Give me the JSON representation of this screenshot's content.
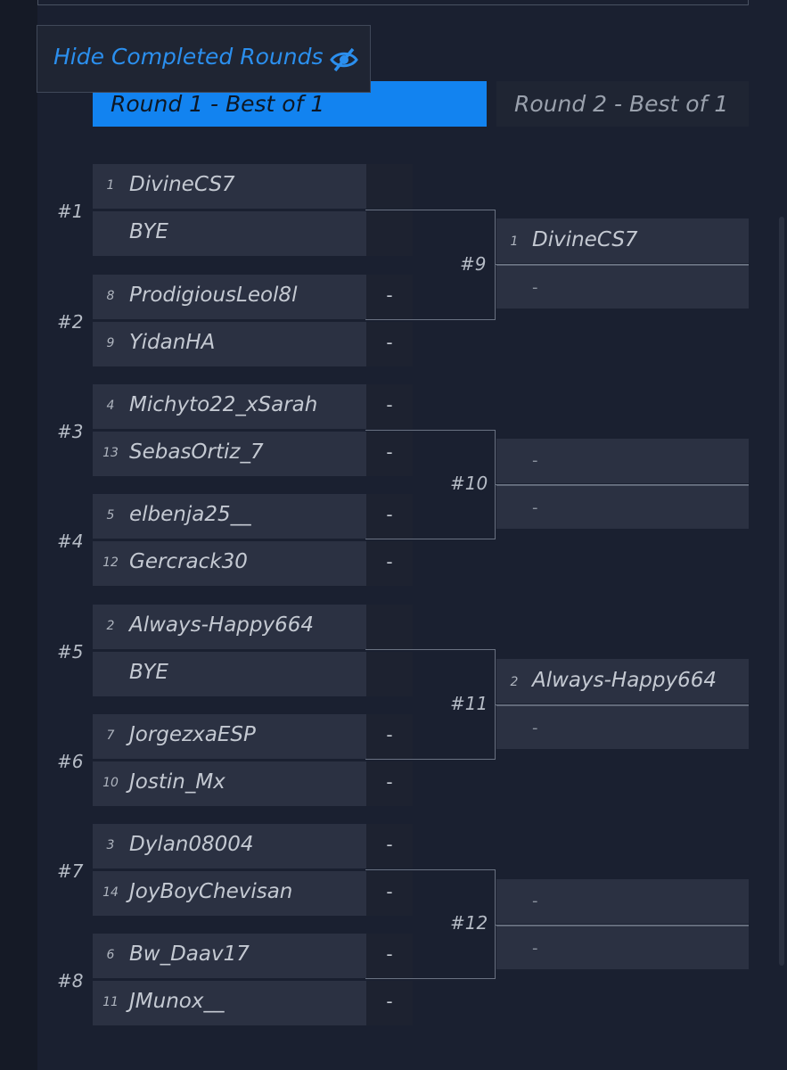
{
  "controls": {
    "hide_completed_label": "Hide Completed Rounds",
    "hide_icon": "eye-slash-icon",
    "accent_color": "#1283f0"
  },
  "rounds": [
    {
      "label": "Round 1 - Best of 1",
      "active": true
    },
    {
      "label": "Round 2 - Best of 1",
      "active": false
    }
  ],
  "round1_matches": [
    {
      "number": "#1",
      "slots": [
        {
          "seed": "1",
          "name": "DivineCS7",
          "score": ""
        },
        {
          "seed": "",
          "name": "BYE",
          "score": ""
        }
      ]
    },
    {
      "number": "#2",
      "slots": [
        {
          "seed": "8",
          "name": "ProdigiousLeol8l",
          "score": "-"
        },
        {
          "seed": "9",
          "name": "YidanHA",
          "score": "-"
        }
      ]
    },
    {
      "number": "#3",
      "slots": [
        {
          "seed": "4",
          "name": "Michyto22_xSarah",
          "score": "-"
        },
        {
          "seed": "13",
          "name": "SebasOrtiz_7",
          "score": "-"
        }
      ]
    },
    {
      "number": "#4",
      "slots": [
        {
          "seed": "5",
          "name": "elbenja25__",
          "score": "-"
        },
        {
          "seed": "12",
          "name": "Gercrack30",
          "score": "-"
        }
      ]
    },
    {
      "number": "#5",
      "slots": [
        {
          "seed": "2",
          "name": "Always-Happy664",
          "score": ""
        },
        {
          "seed": "",
          "name": "BYE",
          "score": ""
        }
      ]
    },
    {
      "number": "#6",
      "slots": [
        {
          "seed": "7",
          "name": "JorgezxaESP",
          "score": "-"
        },
        {
          "seed": "10",
          "name": "Jostin_Mx",
          "score": "-"
        }
      ]
    },
    {
      "number": "#7",
      "slots": [
        {
          "seed": "3",
          "name": "Dylan08004",
          "score": "-"
        },
        {
          "seed": "14",
          "name": "JoyBoyChevisan",
          "score": "-"
        }
      ]
    },
    {
      "number": "#8",
      "slots": [
        {
          "seed": "6",
          "name": "Bw_Daav17",
          "score": "-"
        },
        {
          "seed": "11",
          "name": "JMunox__",
          "score": "-"
        }
      ]
    }
  ],
  "round2_matches": [
    {
      "number": "#9",
      "slots": [
        {
          "seed": "1",
          "name": "DivineCS7"
        },
        {
          "seed": "",
          "name": "-"
        }
      ]
    },
    {
      "number": "#10",
      "slots": [
        {
          "seed": "",
          "name": "-"
        },
        {
          "seed": "",
          "name": "-"
        }
      ]
    },
    {
      "number": "#11",
      "slots": [
        {
          "seed": "2",
          "name": "Always-Happy664"
        },
        {
          "seed": "",
          "name": "-"
        }
      ]
    },
    {
      "number": "#12",
      "slots": [
        {
          "seed": "",
          "name": "-"
        },
        {
          "seed": "",
          "name": "-"
        }
      ]
    }
  ]
}
